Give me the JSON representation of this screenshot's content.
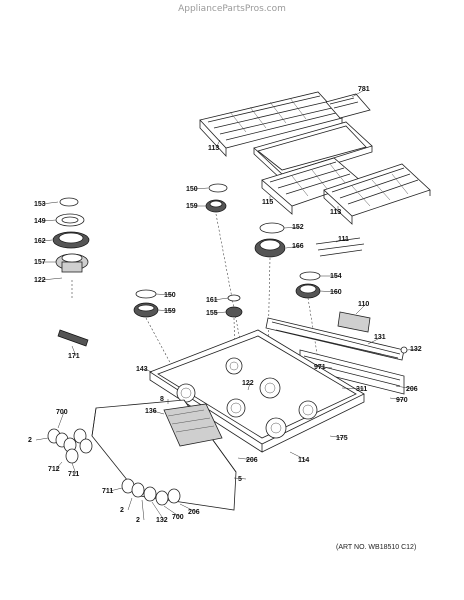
{
  "watermark": "AppliancePartsPros.com",
  "art_no": "(ART NO. WB18510 C12)",
  "parts": [
    {
      "id": "781",
      "label": "781"
    },
    {
      "id": "113a",
      "label": "113"
    },
    {
      "id": "115",
      "label": "115"
    },
    {
      "id": "113b",
      "label": "113"
    },
    {
      "id": "153",
      "label": "153"
    },
    {
      "id": "149",
      "label": "149"
    },
    {
      "id": "162",
      "label": "162"
    },
    {
      "id": "157",
      "label": "157"
    },
    {
      "id": "122a",
      "label": "122"
    },
    {
      "id": "150a",
      "label": "150"
    },
    {
      "id": "159a",
      "label": "159"
    },
    {
      "id": "152",
      "label": "152"
    },
    {
      "id": "166",
      "label": "166"
    },
    {
      "id": "111",
      "label": "111"
    },
    {
      "id": "154",
      "label": "154"
    },
    {
      "id": "160",
      "label": "160"
    },
    {
      "id": "150b",
      "label": "150"
    },
    {
      "id": "159b",
      "label": "159"
    },
    {
      "id": "161",
      "label": "161"
    },
    {
      "id": "155",
      "label": "155"
    },
    {
      "id": "110",
      "label": "110"
    },
    {
      "id": "131",
      "label": "131"
    },
    {
      "id": "132a",
      "label": "132"
    },
    {
      "id": "171",
      "label": "171"
    },
    {
      "id": "143",
      "label": "143"
    },
    {
      "id": "122b",
      "label": "122"
    },
    {
      "id": "971",
      "label": "971"
    },
    {
      "id": "311",
      "label": "311"
    },
    {
      "id": "206a",
      "label": "206"
    },
    {
      "id": "970",
      "label": "970"
    },
    {
      "id": "8",
      "label": "8"
    },
    {
      "id": "136",
      "label": "136"
    },
    {
      "id": "175",
      "label": "175"
    },
    {
      "id": "700a",
      "label": "700"
    },
    {
      "id": "2a",
      "label": "2"
    },
    {
      "id": "712",
      "label": "712"
    },
    {
      "id": "711a",
      "label": "711"
    },
    {
      "id": "206b",
      "label": "206"
    },
    {
      "id": "114",
      "label": "114"
    },
    {
      "id": "5",
      "label": "5"
    },
    {
      "id": "711b",
      "label": "711"
    },
    {
      "id": "2b",
      "label": "2"
    },
    {
      "id": "2c",
      "label": "2"
    },
    {
      "id": "132b",
      "label": "132"
    },
    {
      "id": "700b",
      "label": "700"
    },
    {
      "id": "206c",
      "label": "206"
    }
  ]
}
